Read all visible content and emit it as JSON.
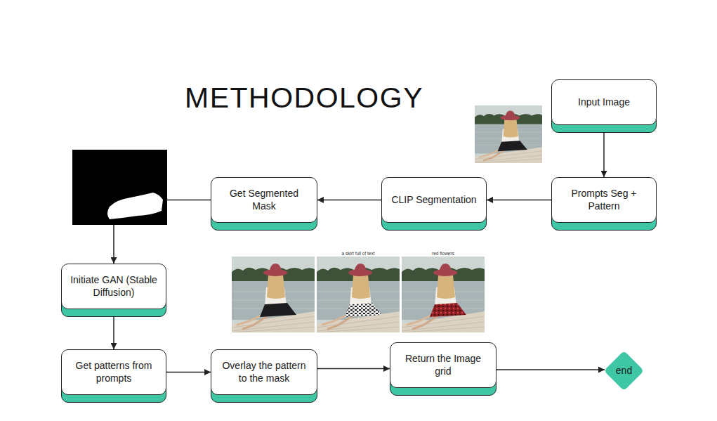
{
  "diagram": {
    "title": "METHODOLOGY",
    "nodes": [
      {
        "text": [
          "Input Image"
        ]
      },
      {
        "text": [
          "Prompts Seg + Pattern"
        ]
      },
      {
        "text": [
          "CLIP Segmentation"
        ]
      },
      {
        "text": [
          "Get Segmented Mask"
        ]
      },
      {
        "text": [
          "Initiate GAN (Stable Diffusion)"
        ]
      },
      {
        "text": [
          "Get patterns from prompts"
        ]
      },
      {
        "text": [
          "Overlay the pattern to the mask"
        ]
      },
      {
        "text": [
          "Return the Image grid"
        ]
      },
      {
        "text": [
          "end"
        ]
      }
    ],
    "edges": [
      {
        "from": 0,
        "to": 1,
        "arrow": "to"
      },
      {
        "from": 1,
        "to": 2,
        "arrow": "to"
      },
      {
        "from": 2,
        "to": 3,
        "arrow": "to"
      },
      {
        "from": 3,
        "to": 4,
        "arrow": "to"
      },
      {
        "from": 4,
        "to": 5,
        "arrow": "to"
      },
      {
        "from": 5,
        "to": 6,
        "arrow": "to"
      },
      {
        "from": 6,
        "to": 7,
        "arrow": "to"
      },
      {
        "from": 7,
        "to": 8,
        "arrow": "to"
      }
    ],
    "labels": [
      "a skirt full of text",
      "red flowers"
    ]
  }
}
